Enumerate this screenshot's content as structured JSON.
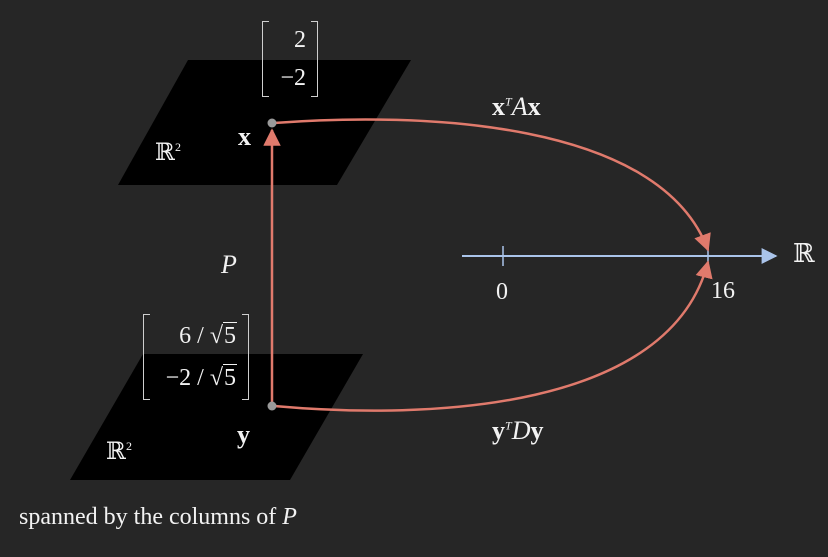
{
  "top_space": {
    "label": "ℝ",
    "exponent": "2",
    "vector_name": "x",
    "vector_entries": [
      "2",
      "−2"
    ]
  },
  "bottom_space": {
    "label": "ℝ",
    "exponent": "2",
    "vector_name": "y",
    "vector_entries": [
      {
        "prefix": "6 / ",
        "radicand": "5"
      },
      {
        "prefix": "−2 / ",
        "radicand": "5"
      }
    ]
  },
  "map_label": "P",
  "top_arrow": {
    "bold1": "x",
    "exponent": "T",
    "ital": "A",
    "bold2": "x"
  },
  "bottom_arrow": {
    "bold1": "y",
    "exponent": "T",
    "ital": "D",
    "bold2": "y"
  },
  "number_line": {
    "label": "ℝ",
    "tick_zero": "0",
    "tick_value": "16"
  },
  "caption": {
    "text": "spanned by the columns of ",
    "ital": "P"
  },
  "colors": {
    "background": "#262626",
    "plane": "#000000",
    "arrow": "#e07a6c",
    "axis": "#aac4ea",
    "point": "#9a9a9a",
    "text": "#f2f2f2"
  }
}
